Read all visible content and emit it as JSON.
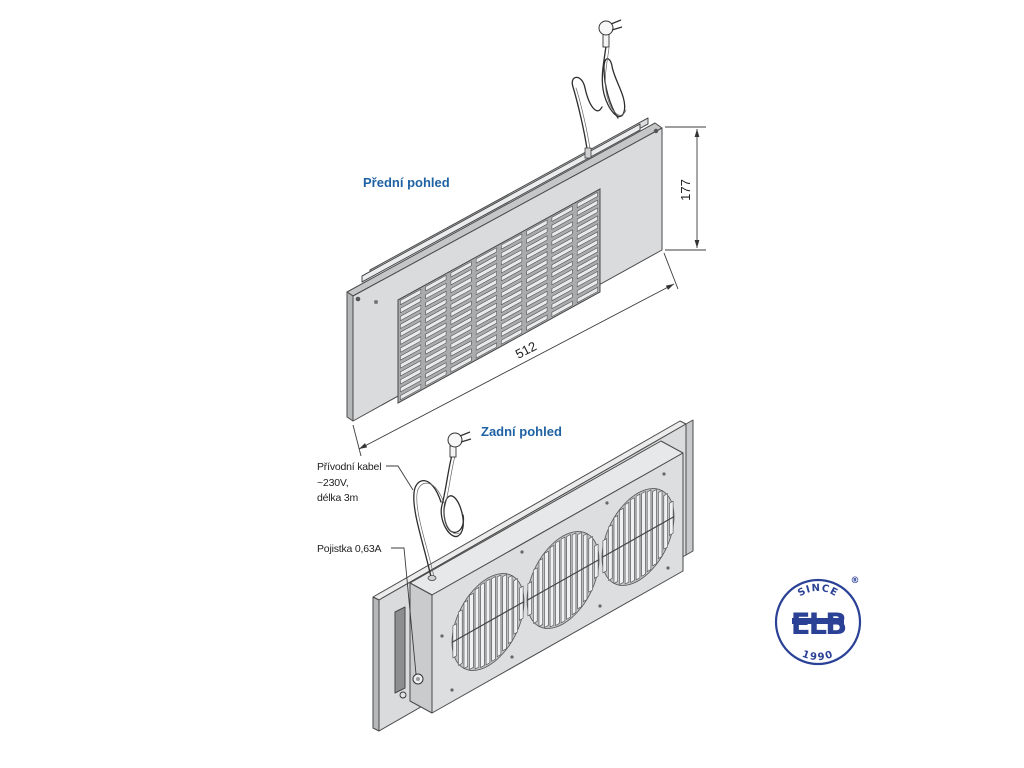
{
  "front_view": {
    "title": "Přední pohled",
    "dim_height": "177",
    "dim_width": "512"
  },
  "rear_view": {
    "title": "Zadní pohled",
    "cable_label": [
      "Přívodní kabel",
      "~230V,",
      "délka 3m"
    ],
    "fuse_label": "Pojistka 0,63A"
  },
  "logo": {
    "top_text": "SINCE",
    "bottom_text": "1990",
    "registered_mark": "®",
    "letters": "ELB"
  },
  "colors": {
    "title_blue": "#1f62a3",
    "logo_blue": "#2b4196",
    "metal_fill": "#d9dbdd",
    "line": "#4a4a4a"
  }
}
